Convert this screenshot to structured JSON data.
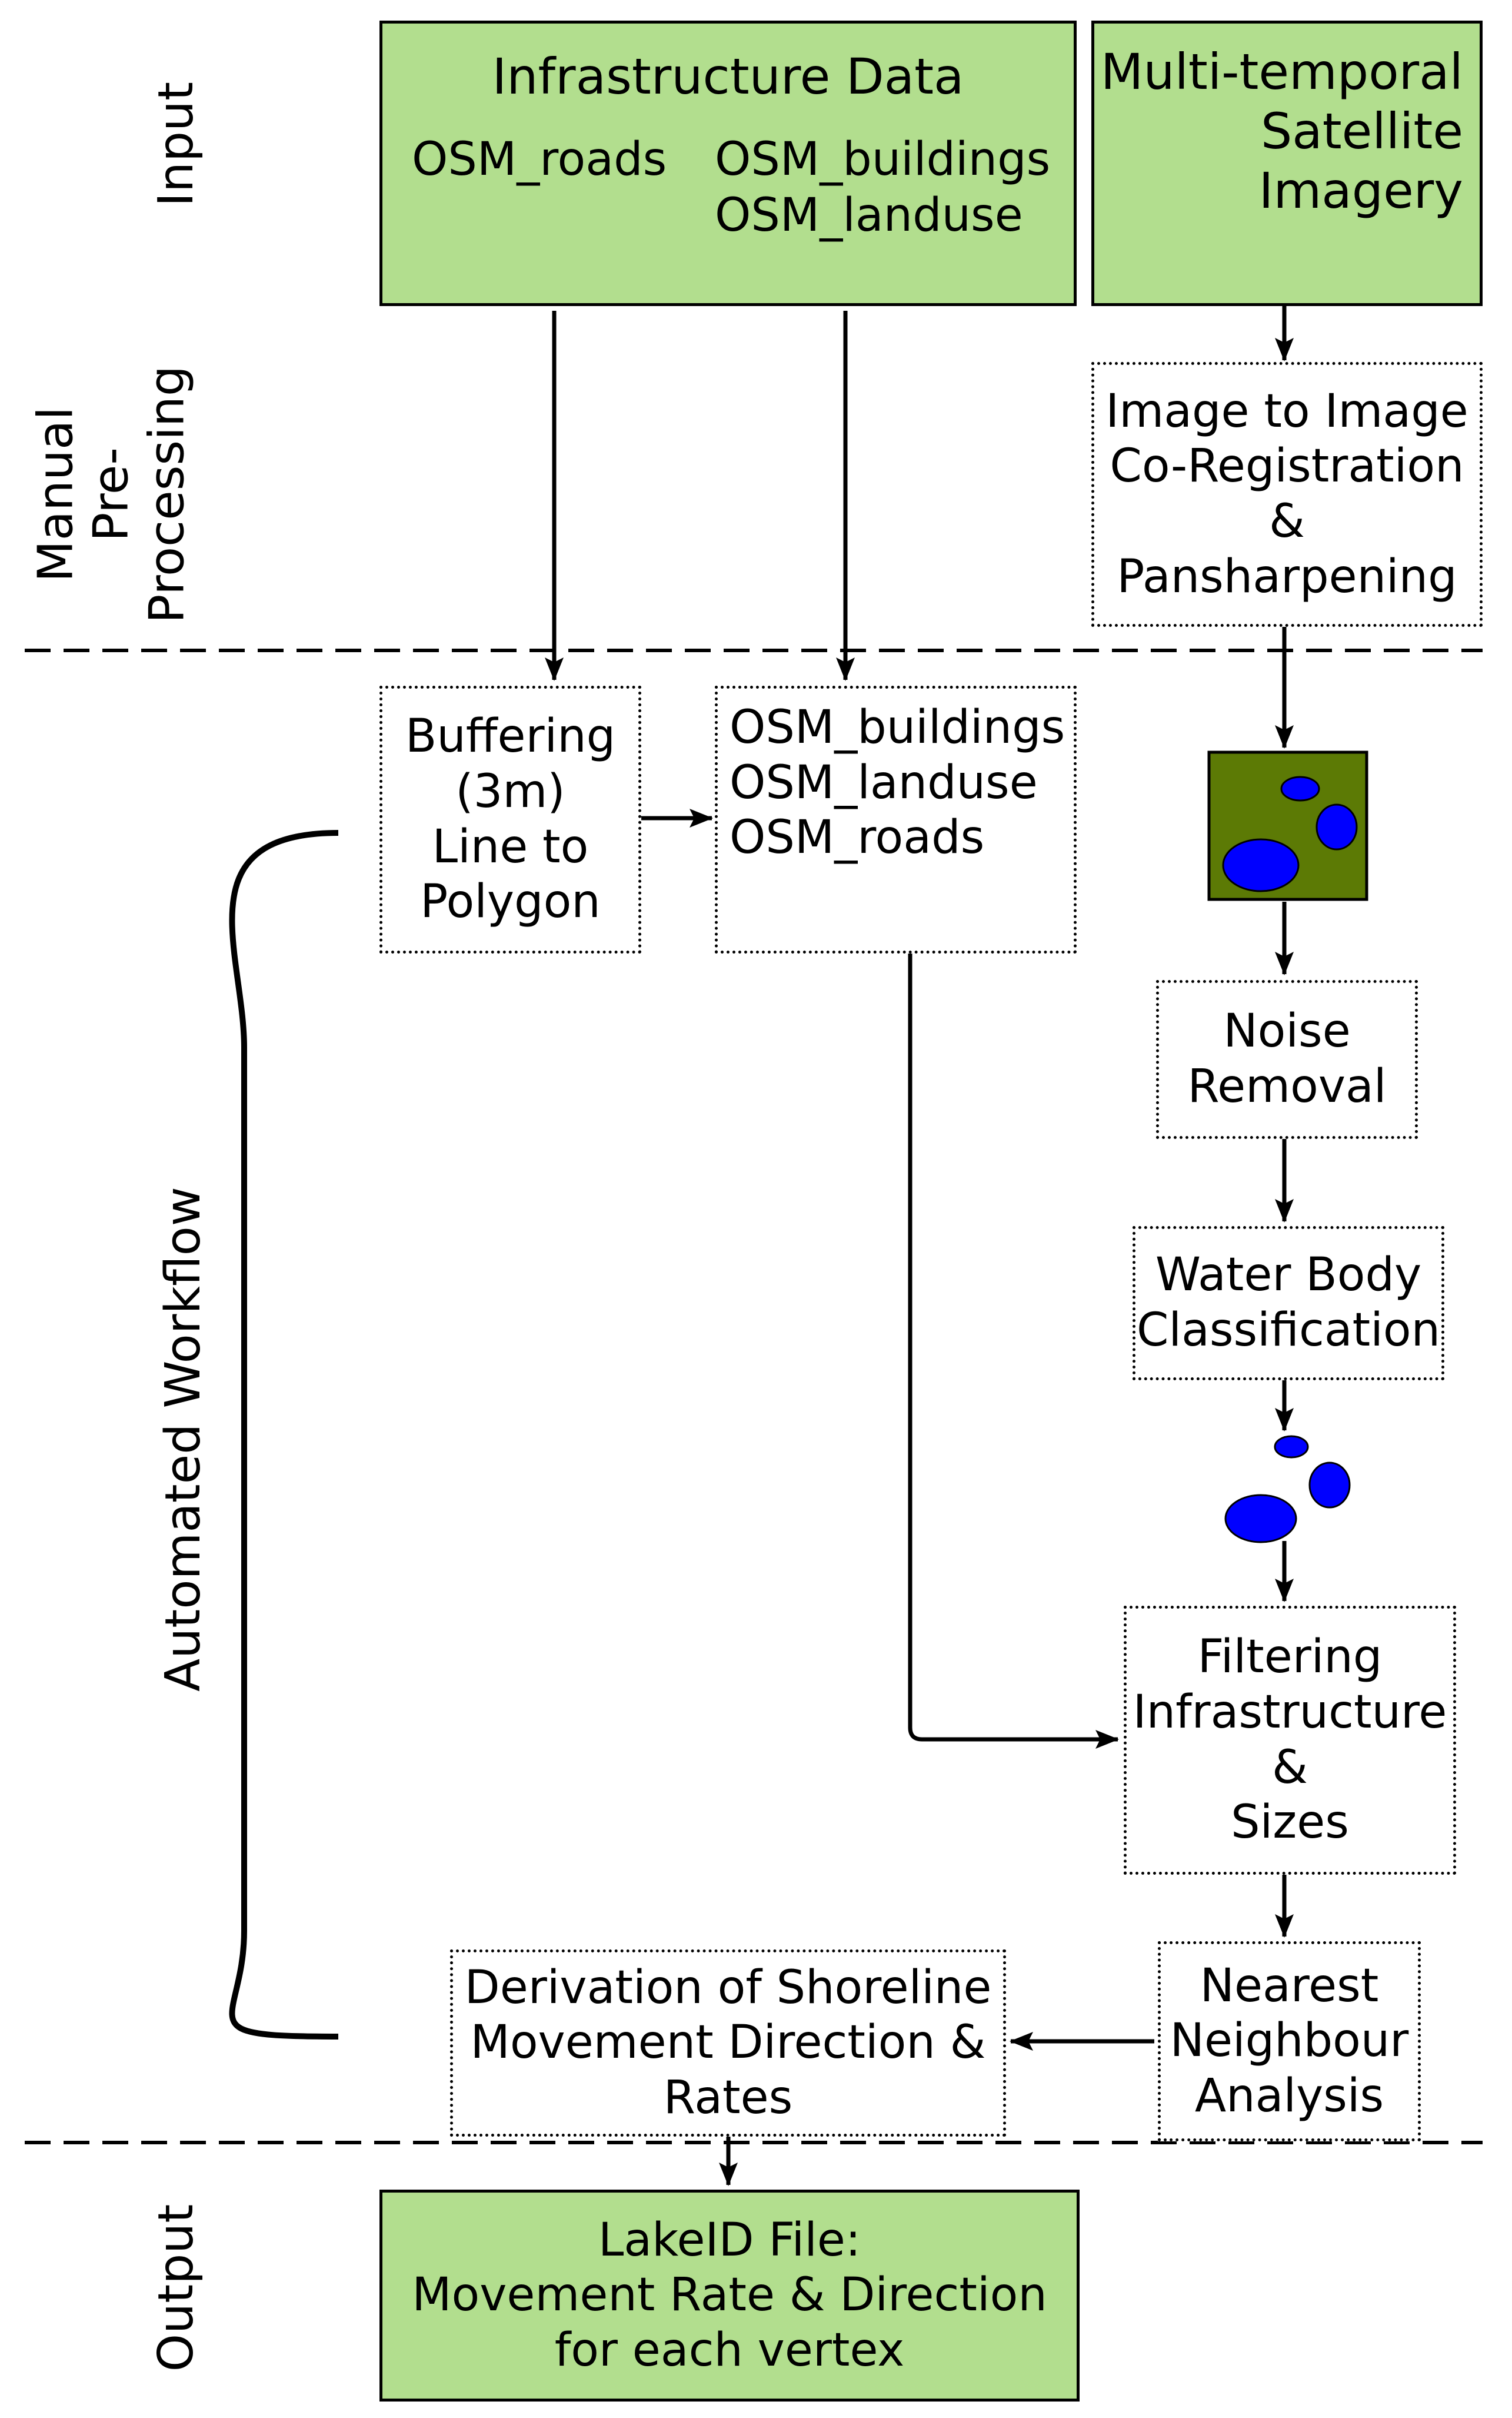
{
  "stages": {
    "input": "Input",
    "preprocessing": [
      "Manual",
      "Pre-",
      "Processing"
    ],
    "automated": "Automated Workflow",
    "output": "Output"
  },
  "infrastructure": {
    "title": "Infrastructure Data",
    "roads": "OSM_roads",
    "buildings": "OSM_buildings",
    "landuse": "OSM_landuse"
  },
  "satellite": [
    "Multi-temporal",
    "Satellite",
    "Imagery"
  ],
  "coregistration": [
    "Image to Image",
    "Co-Registration",
    "&",
    "Pansharpening"
  ],
  "buffering": [
    "Buffering",
    "(3m)",
    "Line to",
    "Polygon"
  ],
  "osm_layers": [
    "OSM_buildings",
    "OSM_landuse",
    "OSM_roads"
  ],
  "noise": [
    "Noise",
    "Removal"
  ],
  "classification": [
    "Water Body",
    "Classification"
  ],
  "filtering": [
    "Filtering",
    "Infrastructure",
    "&",
    "Sizes"
  ],
  "nearest": [
    "Nearest",
    "Neighbour",
    "Analysis"
  ],
  "derivation": [
    "Derivation of Shoreline",
    "Movement Direction &",
    "Rates"
  ],
  "output_file": [
    "LakeID File:",
    "Movement Rate & Direction",
    "for each vertex"
  ],
  "colors": {
    "box_fill": "#b2de8e",
    "land": "#5c7a05",
    "water": "#0000ff"
  },
  "icons": [
    "road-line-icon",
    "pentagon-icon",
    "satellite-image-icon",
    "water-bodies-icon"
  ]
}
